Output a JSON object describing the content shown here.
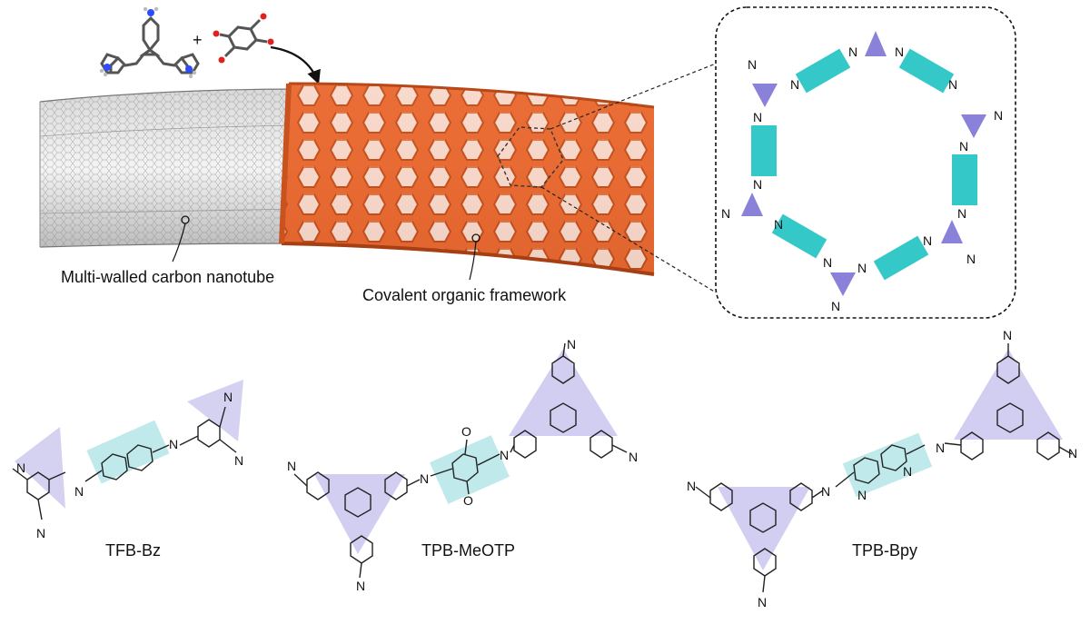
{
  "labels": {
    "mwcnt": "Multi-walled carbon nanotube",
    "cof": "Covalent organic framework",
    "plus": "+",
    "tfb_bz": "TFB-Bz",
    "tpb_meotp": "TPB-MeOTP",
    "tpb_bpy": "TPB-Bpy"
  },
  "atoms": {
    "N": "N",
    "O": "O"
  },
  "colors": {
    "cof_orange": "#e0642e",
    "cof_dark": "#b8481c",
    "nanotube_gray": "#8a8a8a",
    "linker_teal": "#35c8c8",
    "node_violet": "#8a82d9",
    "node_shade": "#c9c6ee",
    "linker_shade": "#bfe9ea"
  },
  "icons": [
    "arrow-icon",
    "zoom-callout-icon",
    "molecule-3d-icon"
  ]
}
